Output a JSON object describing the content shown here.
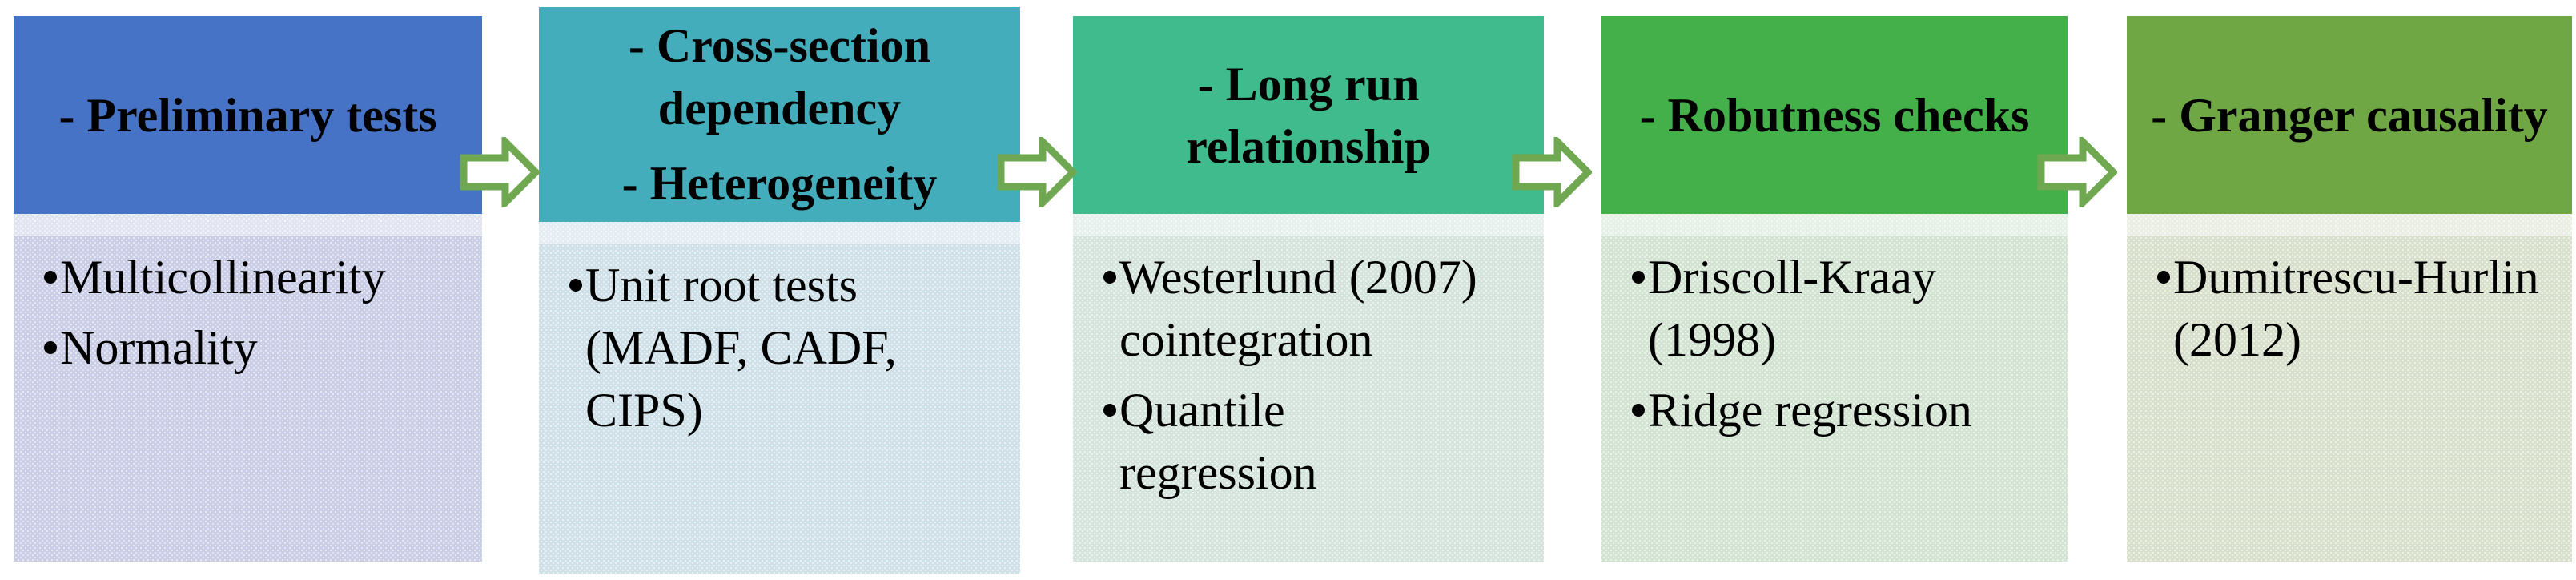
{
  "figure": {
    "type": "process-flow-left-to-right",
    "background_color": "#ffffff",
    "arrow": {
      "outline_color": "#6FA850",
      "fill_color": "#ffffff",
      "direction": "right"
    }
  },
  "steps": [
    {
      "titles": [
        "- Preliminary tests"
      ],
      "bullets": [
        "Multicollinearity",
        "Normality"
      ],
      "header_color": "#4673C5",
      "body_color": "#C9CDE6"
    },
    {
      "titles": [
        "- Cross-section\ndependency",
        "- Heterogeneity"
      ],
      "bullets": [
        "Unit root tests\n(MADF, CADF,\nCIPS)"
      ],
      "header_color": "#44ADBC",
      "body_color": "#CEE0E8"
    },
    {
      "titles": [
        "- Long run\nrelationship"
      ],
      "bullets": [
        "Westerlund (2007)\ncointegration",
        "Quantile\nregression"
      ],
      "header_color": "#40BB8D",
      "body_color": "#D4E3DC"
    },
    {
      "titles": [
        "- Robutness checks"
      ],
      "bullets": [
        "Driscoll-Kraay\n(1998)",
        "Ridge regression"
      ],
      "header_color": "#43B04A",
      "body_color": "#D2E3D2"
    },
    {
      "titles": [
        "- Granger causality"
      ],
      "bullets": [
        "Dumitrescu-Hurlin\n(2012)"
      ],
      "header_color": "#70A745",
      "body_color": "#D8E0CC"
    }
  ]
}
